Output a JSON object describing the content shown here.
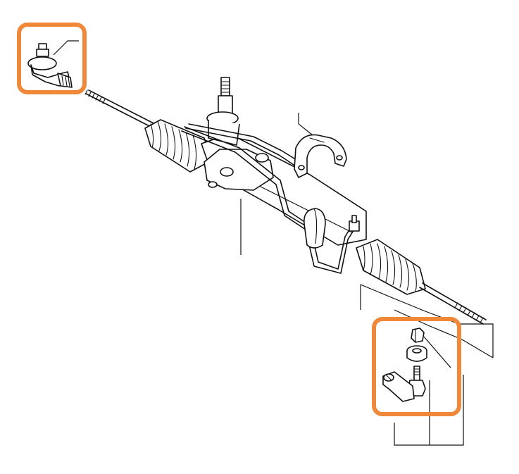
{
  "diagram": {
    "parts": [
      {
        "id": "outer-tie-rod-end-left",
        "highlighted": true
      },
      {
        "id": "steering-rack-assembly",
        "highlighted": false
      },
      {
        "id": "mounting-bracket-clamp",
        "highlighted": false
      },
      {
        "id": "outer-tie-rod-end-kit-right",
        "highlighted": true
      }
    ],
    "highlight_color": "#F0883A"
  }
}
